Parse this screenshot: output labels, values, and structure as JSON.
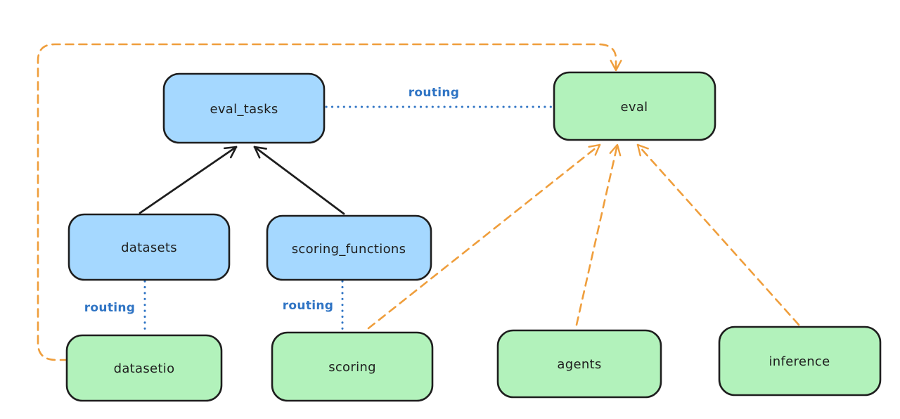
{
  "diagram": {
    "type": "architecture-routing-diagram",
    "colors": {
      "node_blue": "#a5d8ff",
      "node_green": "#b2f2bb",
      "black": "#1e1e1e",
      "routing_blue": "#2f74c4",
      "orange": "#ef9e3c",
      "background": "#ffffff"
    },
    "nodes": [
      {
        "id": "eval_tasks",
        "label": "eval_tasks",
        "fill": "blue"
      },
      {
        "id": "eval",
        "label": "eval",
        "fill": "green"
      },
      {
        "id": "datasets",
        "label": "datasets",
        "fill": "blue"
      },
      {
        "id": "scoring_functions",
        "label": "scoring_functions",
        "fill": "blue"
      },
      {
        "id": "datasetio",
        "label": "datasetio",
        "fill": "green"
      },
      {
        "id": "scoring",
        "label": "scoring",
        "fill": "green"
      },
      {
        "id": "agents",
        "label": "agents",
        "fill": "green"
      },
      {
        "id": "inference",
        "label": "inference",
        "fill": "green"
      }
    ],
    "edges": [
      {
        "from": "datasets",
        "to": "eval_tasks",
        "style": "solid-arrow",
        "color": "black",
        "label": ""
      },
      {
        "from": "scoring_functions",
        "to": "eval_tasks",
        "style": "solid-arrow",
        "color": "black",
        "label": ""
      },
      {
        "from": "eval_tasks",
        "to": "eval",
        "style": "dotted",
        "color": "blue",
        "label": "routing"
      },
      {
        "from": "datasets",
        "to": "datasetio",
        "style": "dotted",
        "color": "blue",
        "label": "routing"
      },
      {
        "from": "scoring_functions",
        "to": "scoring",
        "style": "dotted",
        "color": "blue",
        "label": "routing"
      },
      {
        "from": "datasetio",
        "to": "eval",
        "style": "dashed-arrow",
        "color": "orange",
        "label": ""
      },
      {
        "from": "scoring",
        "to": "eval",
        "style": "dashed-arrow",
        "color": "orange",
        "label": ""
      },
      {
        "from": "agents",
        "to": "eval",
        "style": "dashed-arrow",
        "color": "orange",
        "label": ""
      },
      {
        "from": "inference",
        "to": "eval",
        "style": "dashed-arrow",
        "color": "orange",
        "label": ""
      }
    ]
  }
}
